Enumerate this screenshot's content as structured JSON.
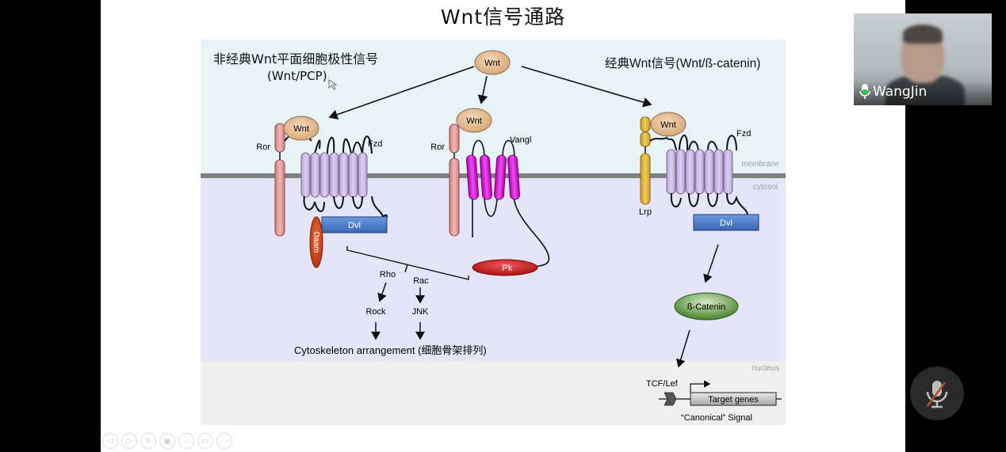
{
  "slide": {
    "title": "Wnt信号通路",
    "regions": {
      "membrane": "membrane",
      "cytosol": "cytosol",
      "nucleus": "nucleus"
    },
    "noncanonical": {
      "heading_line1": "非经典Wnt平面细胞极性信号",
      "heading_line2": "(Wnt/PCP)"
    },
    "canonical": {
      "heading": "经典Wnt信号(Wnt/ß-catenin)"
    },
    "nodes": {
      "wnt_top": "Wnt",
      "wnt_left": "Wnt",
      "wnt_mid": "Wnt",
      "wnt_right": "Wnt",
      "ror_left": "Ror",
      "ror_mid": "Ror",
      "fzd_left": "Fzd",
      "fzd_right": "Fzd",
      "vangl": "Vangl",
      "lrp": "Lrp",
      "dvl_left": "Dvl",
      "dvl_right": "Dvl",
      "daam": "Daam",
      "pk": "Pk",
      "rho": "Rho",
      "rac": "Rac",
      "rock": "Rock",
      "jnk": "JNK",
      "cytoskeleton": "Cytoskeleton  arrangement (细胞骨架排列)",
      "beta_catenin": "ß-Catenin",
      "tcf_lef": "TCF/Lef",
      "target_genes": "Target genes",
      "canonical_signal": "“Canonical” Signal"
    },
    "colors": {
      "extracellular": "#e8f4f8",
      "cytosol": "#e6e6fa",
      "nucleus": "#efefef",
      "membrane": "#808080",
      "wnt": "#e8c39e",
      "ror": "#e09a9a",
      "fzd": "#c9b8e0",
      "vangl": "#cc00cc",
      "lrp": "#e3b53c",
      "dvl": "#4a7fcc",
      "daam": "#d9461a",
      "pk": "#cc1f1f",
      "beta_catenin": "#5a9a3c"
    }
  },
  "video": {
    "participant_name": "WangJin",
    "mic_icon": "microphone-active-icon"
  },
  "controls": {
    "mute_icon": "microphone-muted-icon",
    "slide_toolbar": [
      "previous-icon",
      "next-icon",
      "pen-icon",
      "slides-icon",
      "zoom-icon",
      "subtitle-icon",
      "more-icon"
    ]
  }
}
